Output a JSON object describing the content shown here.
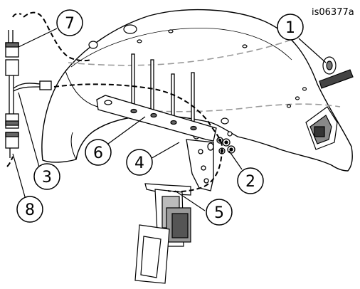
{
  "figure": {
    "reference_id": "is06377a",
    "callouts": [
      {
        "id": "c1",
        "label": "1"
      },
      {
        "id": "c2",
        "label": "2"
      },
      {
        "id": "c3",
        "label": "3"
      },
      {
        "id": "c4",
        "label": "4"
      },
      {
        "id": "c5",
        "label": "5"
      },
      {
        "id": "c6",
        "label": "6"
      },
      {
        "id": "c7",
        "label": "7"
      },
      {
        "id": "c8",
        "label": "8"
      }
    ]
  }
}
